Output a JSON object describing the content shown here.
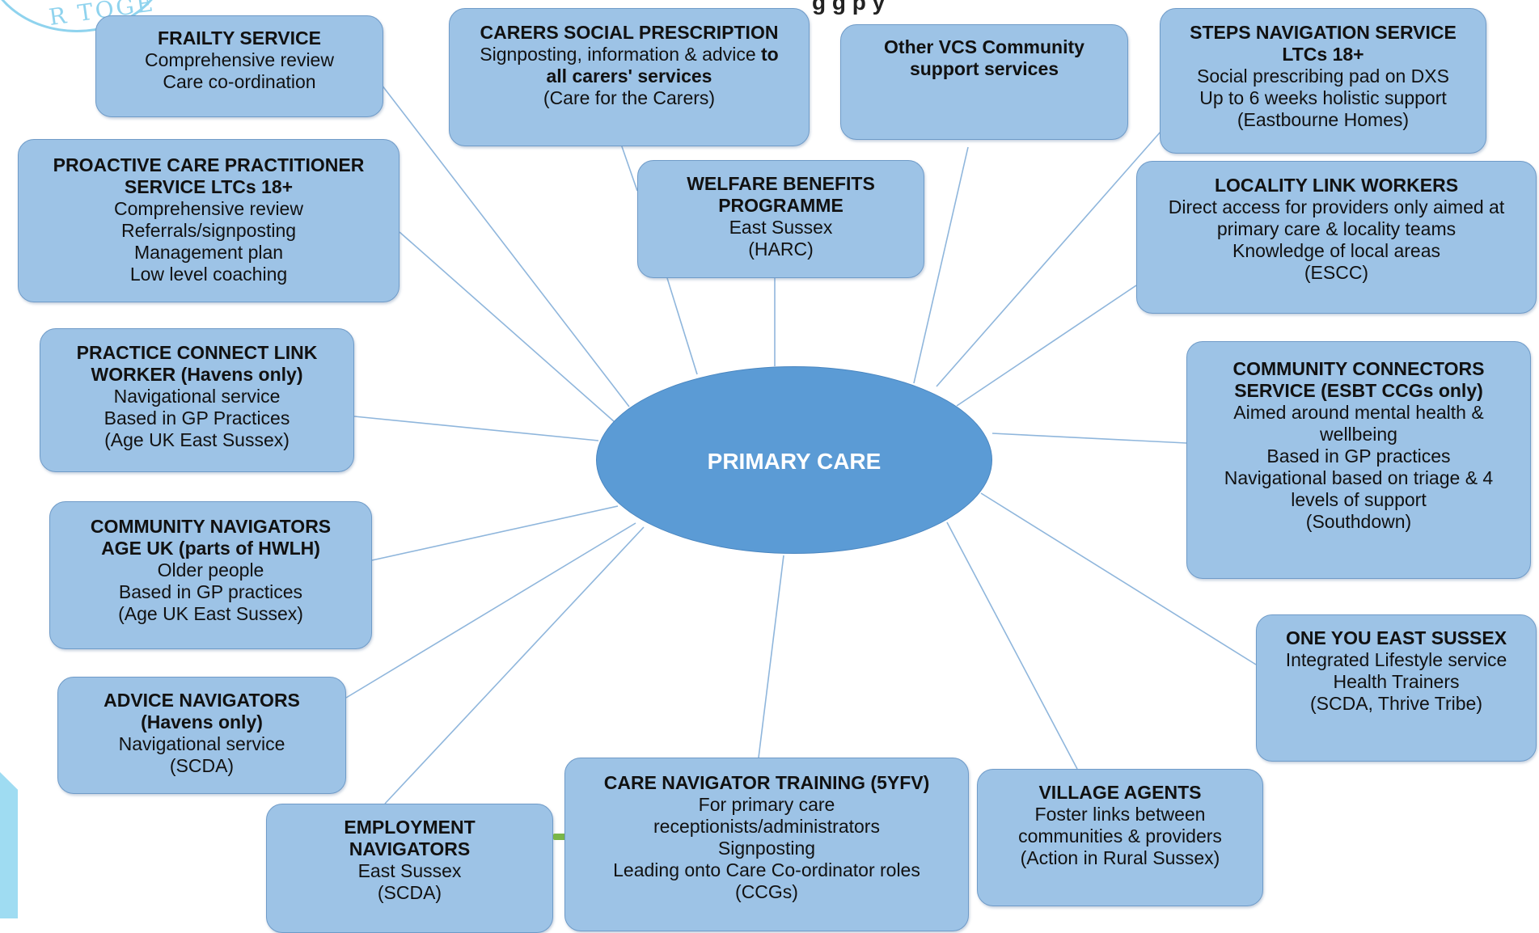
{
  "header_fragment": "g                                        g p                  y",
  "logo_text": "R TOGE",
  "center": {
    "label": "PRIMARY CARE"
  },
  "boxes": {
    "frailty": {
      "title": "FRAILTY SERVICE",
      "lines": [
        "Comprehensive review",
        "Care co-ordination"
      ]
    },
    "carers": {
      "title": "CARERS SOCIAL PRESCRIPTION",
      "line1_plain": "Signposting, information & advice ",
      "line1_bold": "to",
      "line2_bold": "all carers' services",
      "line3": "(Care for the Carers)"
    },
    "other_vcs": {
      "title_lines": [
        "Other VCS Community",
        "support services"
      ]
    },
    "steps": {
      "title_lines": [
        "STEPS NAVIGATION SERVICE",
        "LTCs 18+"
      ],
      "lines": [
        "Social prescribing pad on DXS",
        "Up to 6 weeks holistic support",
        "(Eastbourne Homes)"
      ]
    },
    "proactive": {
      "title_lines": [
        "PROACTIVE CARE PRACTITIONER",
        "SERVICE LTCs 18+"
      ],
      "lines": [
        "Comprehensive review",
        "Referrals/signposting",
        "Management plan",
        "Low level coaching"
      ]
    },
    "welfare": {
      "title_lines": [
        "WELFARE BENEFITS",
        "PROGRAMME"
      ],
      "lines": [
        "East Sussex",
        "(HARC)"
      ]
    },
    "locality": {
      "title": "LOCALITY LINK WORKERS",
      "lines": [
        "Direct access for providers only aimed at",
        "primary care & locality teams",
        "Knowledge of local areas",
        "(ESCC)"
      ]
    },
    "practice_connect": {
      "title_lines": [
        "PRACTICE CONNECT LINK",
        "WORKER (Havens only)"
      ],
      "lines": [
        "Navigational service",
        "Based in GP Practices",
        "(Age UK East Sussex)"
      ]
    },
    "community_connectors": {
      "title_lines": [
        "COMMUNITY CONNECTORS",
        "SERVICE (ESBT CCGs only)"
      ],
      "lines": [
        "Aimed around mental health &",
        "wellbeing",
        "Based in GP practices",
        "Navigational based on triage & 4",
        "levels of support",
        "(Southdown)"
      ]
    },
    "community_navigators": {
      "title_lines": [
        "COMMUNITY NAVIGATORS",
        "AGE UK (parts of HWLH)"
      ],
      "lines": [
        "Older people",
        "Based in GP practices",
        "(Age UK East Sussex)"
      ]
    },
    "one_you": {
      "title": "ONE YOU EAST SUSSEX",
      "lines": [
        "Integrated Lifestyle service",
        "Health Trainers",
        "(SCDA, Thrive Tribe)"
      ]
    },
    "advice_navigators": {
      "title_lines": [
        "ADVICE NAVIGATORS",
        "(Havens only)"
      ],
      "lines": [
        "Navigational service",
        "(SCDA)"
      ]
    },
    "employment": {
      "title_lines": [
        "EMPLOYMENT",
        "NAVIGATORS"
      ],
      "lines": [
        "East Sussex",
        "(SCDA)"
      ]
    },
    "care_navigator": {
      "title": "CARE NAVIGATOR TRAINING (5YFV)",
      "lines": [
        "For primary care",
        "receptionists/administrators",
        "Signposting",
        "Leading onto Care Co-ordinator roles",
        "(CCGs)"
      ]
    },
    "village_agents": {
      "title": "VILLAGE AGENTS",
      "lines": [
        "Foster links between",
        "communities & providers",
        "(Action in Rural Sussex)"
      ]
    }
  },
  "colors": {
    "box_fill": "#9dc3e6",
    "box_border": "#6f9bc8",
    "hub_fill": "#5b9bd5",
    "connector": "#8fb6dc"
  }
}
